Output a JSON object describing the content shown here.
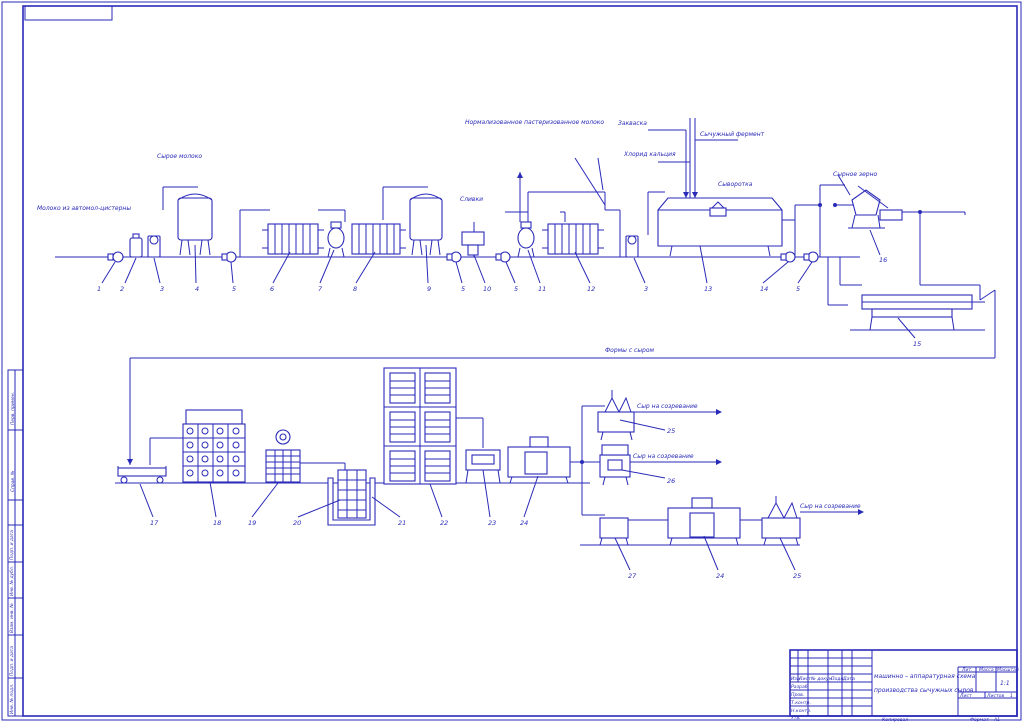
{
  "labels": {
    "source_milk": "Молоко из автомол-цистерны",
    "raw_milk": "Сырое молоко",
    "normalized_milk": "Нормализованное пастеризованное молоко",
    "cream": "Сливки",
    "starter": "Закваска",
    "calcium_chloride": "Хлорид кальция",
    "rennet": "Сычужный фермент",
    "whey": "Сыворотка",
    "cheese_grain": "Сырное зерно",
    "cheese_molds": "Формы с сыром",
    "to_ripening_1": "Сыр на созревание",
    "to_ripening_2": "Сыр на созревание",
    "to_ripening_3": "Сыр на созревание"
  },
  "numbers": {
    "n1": "1",
    "n2": "2",
    "n3a": "3",
    "n4": "4",
    "n5a": "5",
    "n6": "6",
    "n7": "7",
    "n8": "8",
    "n9": "9",
    "n5b": "5",
    "n10": "10",
    "n5c": "5",
    "n11": "11",
    "n12": "12",
    "n3b": "3",
    "n13": "13",
    "n14": "14",
    "n5d": "5",
    "n16": "16",
    "n15": "15",
    "n17": "17",
    "n18": "18",
    "n19": "19",
    "n20": "20",
    "n21": "21",
    "n22": "22",
    "n23": "23",
    "n24a": "24",
    "n25a": "25",
    "n26": "26",
    "n27": "27",
    "n24b": "24",
    "n25b": "25"
  },
  "title_block": {
    "title_line1": "машинно – аппаратурная схема",
    "title_line2": "производства сычужных сыров",
    "col_izm": "Изм.",
    "col_list": "Лист",
    "col_doc": "№ докум.",
    "col_sign": "Подп.",
    "col_date": "Дата",
    "razrab": "Разраб.",
    "prov": "Пров.",
    "tkontr": "Т.контр.",
    "nkontr": "Н.контр.",
    "utv": "Утв.",
    "lit": "Лит.",
    "massa": "Масса",
    "masshtab": "Масштаб",
    "scale_value": "1:1",
    "sheet_label": "Лист",
    "sheets_label": "Листов",
    "sheets_value": "1",
    "kopiroval": "Копировал",
    "format": "Формат",
    "format_value": "А1"
  },
  "side_stamp": {
    "perv_primen": "Перв. примен.",
    "sprav": "Справ. №",
    "podp_data_1": "Подп. и дата",
    "inv_dubl": "Инв. № дубл.",
    "vzam_inv": "Взам. инв. №",
    "podp_data_2": "Подп. и дата",
    "inv_podl": "Инв. № подл."
  }
}
